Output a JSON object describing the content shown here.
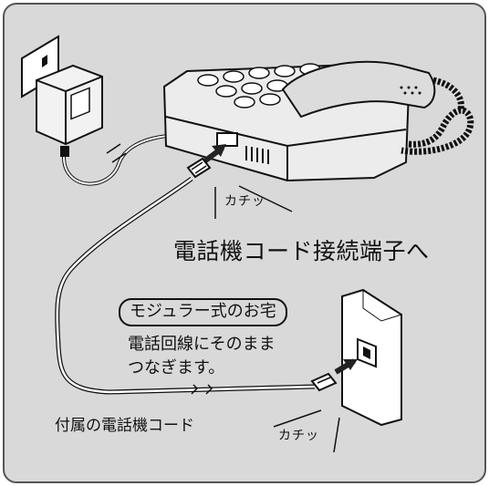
{
  "labels": {
    "title": "電話機コード接続端子へ",
    "modular": "モジュラー式のお宅",
    "desc_line1": "電話回線にそのまま",
    "desc_line2": "つなぎます。",
    "cord": "付属の電話機コード",
    "click_top": "カチッ",
    "click_bottom": "カチッ"
  },
  "colors": {
    "panel_bg": "#d9d9d9",
    "panel_border": "#555555",
    "phone_body": "#e6e6e6",
    "line": "#222222",
    "arrow": "#222222"
  }
}
